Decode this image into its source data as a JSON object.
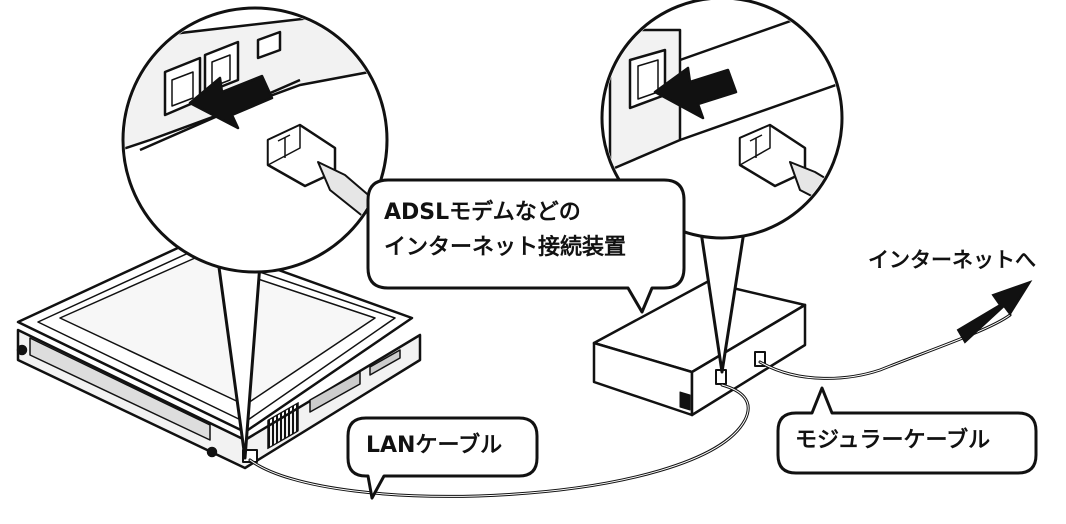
{
  "labels": {
    "router_line1": "ADSLモデムなどの",
    "router_line2": "インターネット接続装置",
    "internet": "インターネットへ",
    "lan_cable": "LANケーブル",
    "modular_cable": "モジュラーケーブル"
  },
  "colors": {
    "stroke": "#111111",
    "fill": "#ffffff",
    "shade": "#e6e6e6",
    "dark": "#111111"
  },
  "icons": {
    "connect_arrow_left": "arrow-icon",
    "connect_arrow_right": "arrow-icon",
    "internet_arrow": "arrow-icon"
  }
}
